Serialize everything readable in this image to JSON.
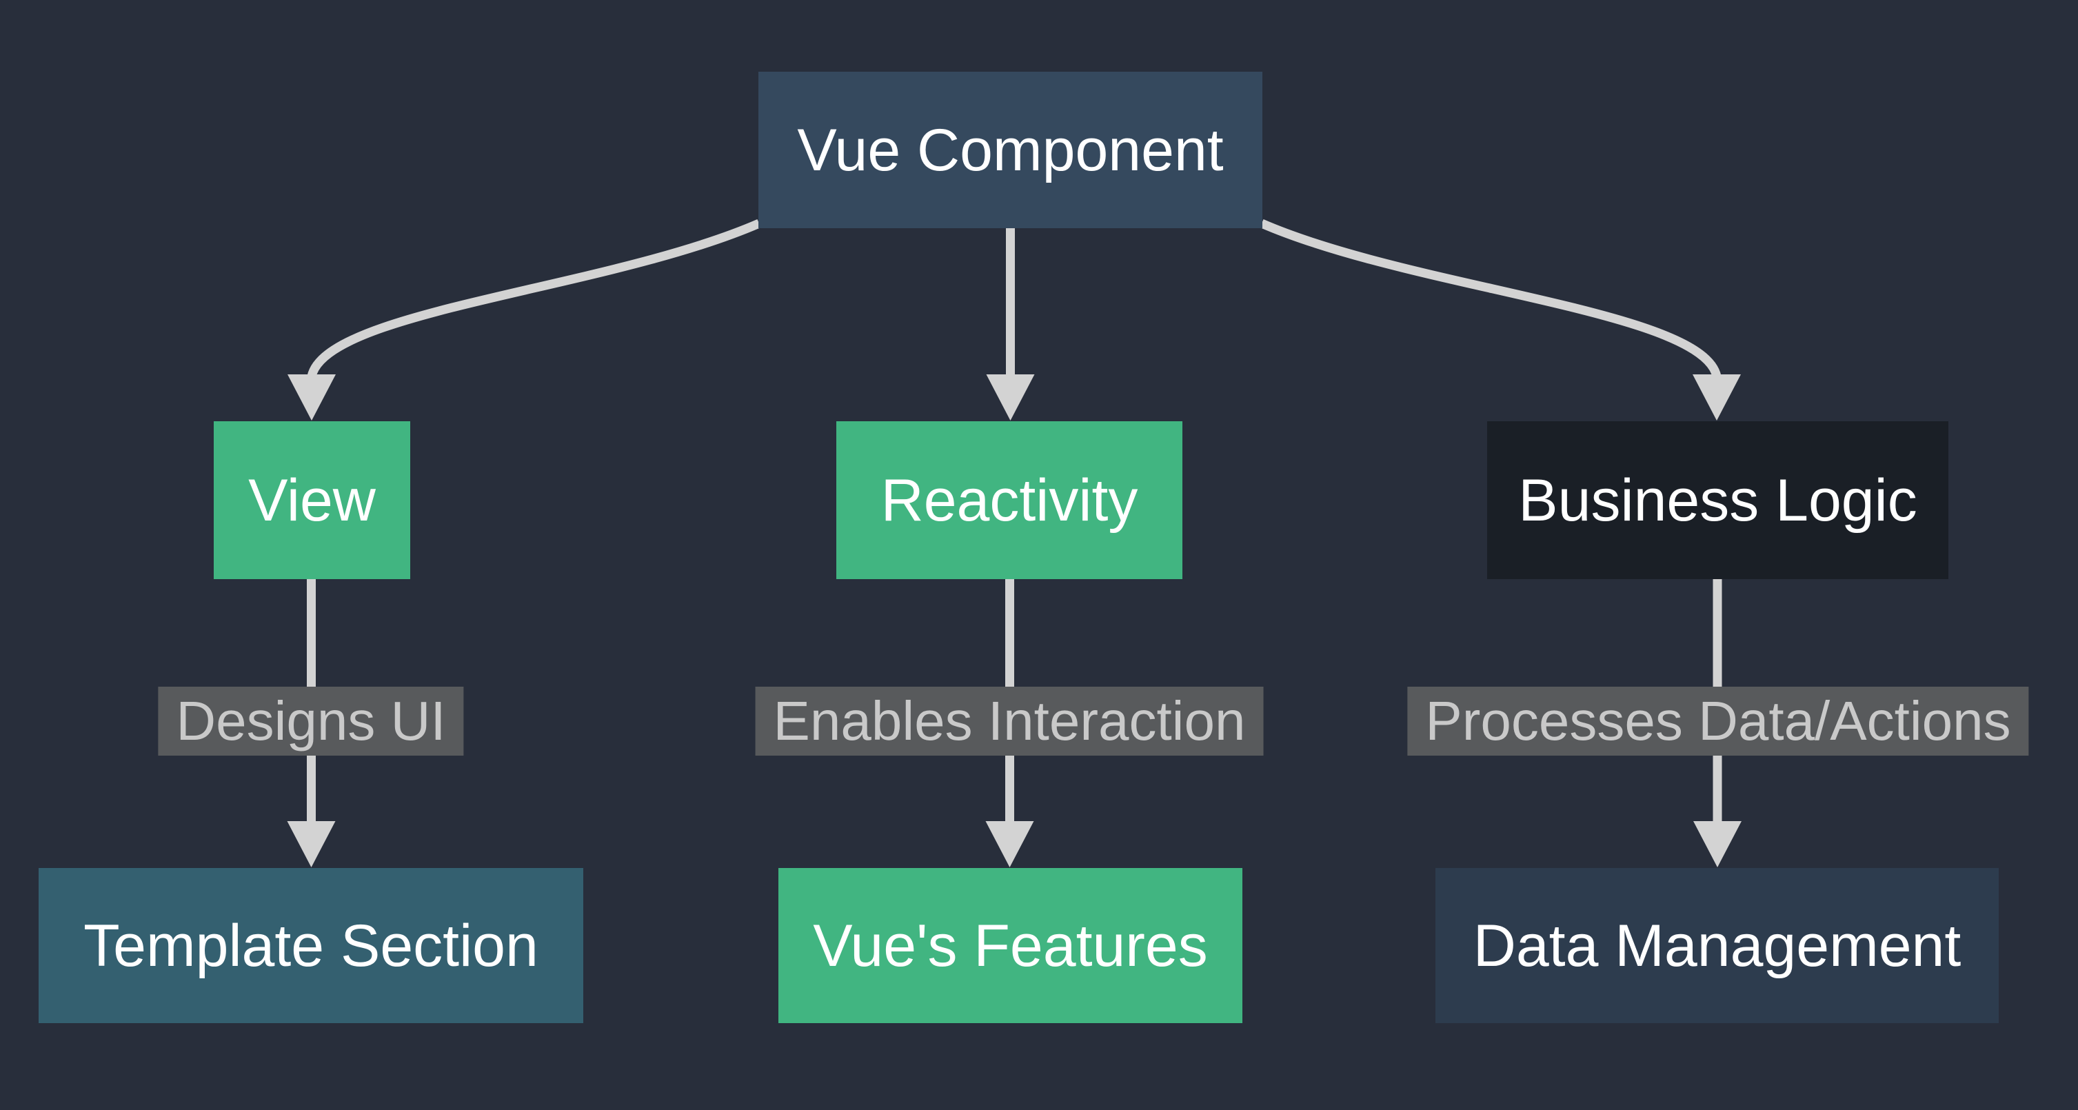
{
  "diagram": {
    "type": "flowchart-top-down",
    "nodes": [
      {
        "id": "vue-component",
        "label": "Vue Component",
        "fill": "#35495e"
      },
      {
        "id": "view",
        "label": "View",
        "fill": "#41b581"
      },
      {
        "id": "reactivity",
        "label": "Reactivity",
        "fill": "#41b581"
      },
      {
        "id": "business-logic",
        "label": "Business Logic",
        "fill": "#1a1f26"
      },
      {
        "id": "template-section",
        "label": "Template Section",
        "fill": "#346070"
      },
      {
        "id": "vues-features",
        "label": "Vue's Features",
        "fill": "#41b581"
      },
      {
        "id": "data-management",
        "label": "Data Management",
        "fill": "#2d3c4e"
      }
    ],
    "edges": [
      {
        "from": "Vue Component",
        "to": "View",
        "label": ""
      },
      {
        "from": "Vue Component",
        "to": "Reactivity",
        "label": ""
      },
      {
        "from": "Vue Component",
        "to": "Business Logic",
        "label": ""
      },
      {
        "from": "View",
        "to": "Template Section",
        "label": "Designs UI"
      },
      {
        "from": "Reactivity",
        "to": "Vue's Features",
        "label": "Enables Interaction"
      },
      {
        "from": "Business Logic",
        "to": "Data Management",
        "label": "Processes Data/Actions"
      }
    ],
    "colors": {
      "background": "#282e3b",
      "edge": "#d3d3d3",
      "edge_label_bg": "#585a5c",
      "edge_label_text": "#c9c9c9",
      "node_text": "#ffffff"
    }
  }
}
